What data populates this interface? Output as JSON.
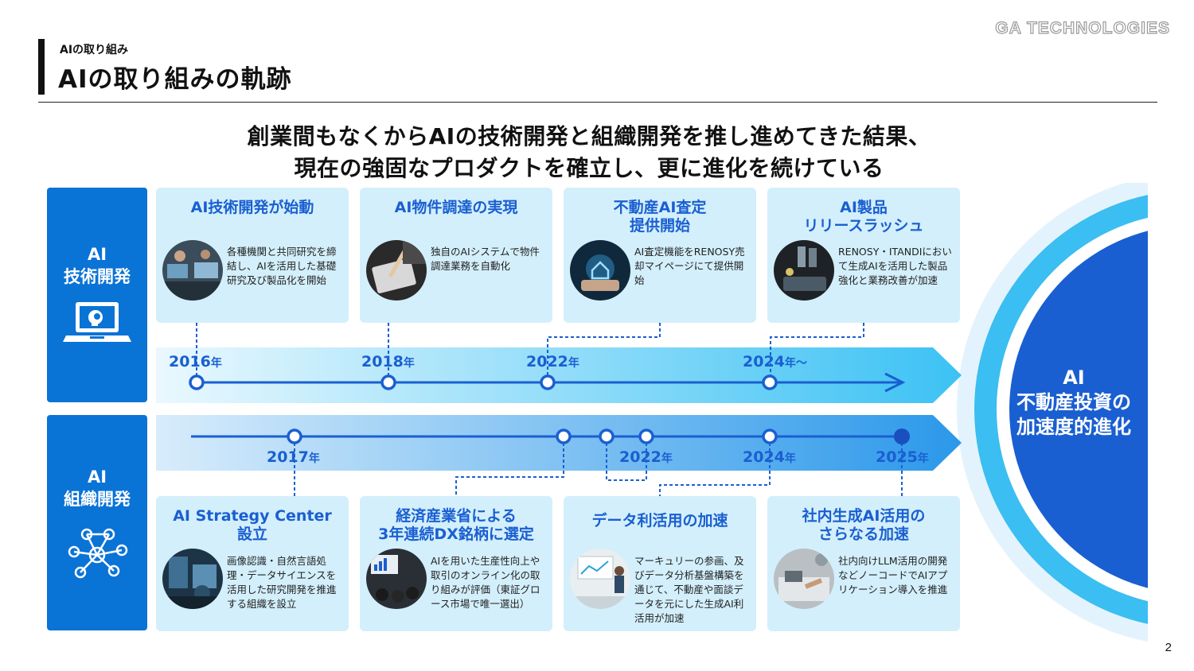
{
  "logo": "GA TECHNOLOGIES",
  "header": {
    "section": "AIの取り組み",
    "title": "AIの取り組みの軌跡"
  },
  "headline": {
    "line1": "創業間もなくからAIの技術開発と組織開発を推し進めてきた結果、",
    "line2": "現在の強固なプロダクトを確立し、更に進化を続けている"
  },
  "tech": {
    "label_1": "AI",
    "label_2": "技術開発",
    "icon": "laptop-ai-icon",
    "years": [
      {
        "num": "2016",
        "suffix": "年"
      },
      {
        "num": "2018",
        "suffix": "年"
      },
      {
        "num": "2022",
        "suffix": "年"
      },
      {
        "num": "2024",
        "suffix": "年〜"
      }
    ],
    "cards": [
      {
        "title": "AI技術開発が始動",
        "desc": "各種機関と共同研究を締結し、AIを活用した基礎研究及び製品化を開始"
      },
      {
        "title": "AI物件調達の実現",
        "desc": "独自のAIシステムで物件調達業務を自動化"
      },
      {
        "title_1": "不動産AI査定",
        "title_2": "提供開始",
        "desc": "AI査定機能をRENOSY売却マイページにて提供開始"
      },
      {
        "title_1": "AI製品",
        "title_2": "リリースラッシュ",
        "desc": "RENOSY・ITANDIにおいて生成AIを活用した製品強化と業務改善が加速"
      }
    ]
  },
  "org": {
    "label_1": "AI",
    "label_2": "組織開発",
    "icon": "network-icon",
    "years": [
      {
        "num": "2017",
        "suffix": "年"
      },
      {
        "num": "2022",
        "suffix": "年"
      },
      {
        "num": "2024",
        "suffix": "年"
      },
      {
        "num": "2025",
        "suffix": "年"
      }
    ],
    "cards": [
      {
        "title_1": "AI Strategy Center",
        "title_2": "設立",
        "desc": "画像認識・自然言語処理・データサイエンスを活用した研究開発を推進する組織を設立"
      },
      {
        "title_1": "経済産業省による",
        "title_2": "3年連続DX銘柄に選定",
        "desc": "AIを用いた生産性向上や取引のオンライン化の取り組みが評価（東証グロース市場で唯一選出）"
      },
      {
        "title": "データ利活用の加速",
        "desc": "マーキュリーの参画、及びデータ分析基盤構築を通じて、不動産や面談データを元にした生成AI利活用が加速"
      },
      {
        "title_1": "社内生成AI活用の",
        "title_2": "さらなる加速",
        "desc": "社内向けLLM活用の開発などノーコードでAIアプリケーション導入を推進"
      }
    ]
  },
  "goal": {
    "line1": "AI",
    "line2": "不動産投資の",
    "line3": "加速度的進化"
  },
  "page_number": "2"
}
